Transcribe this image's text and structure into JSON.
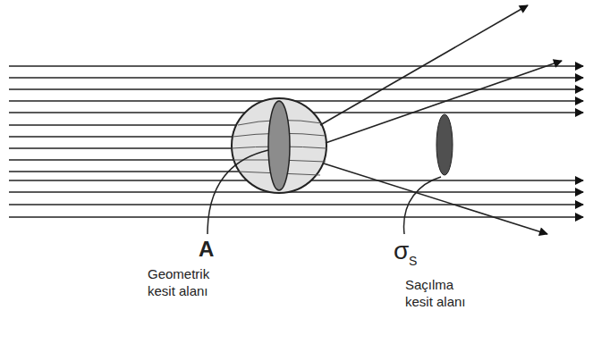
{
  "diagram": {
    "labels": [
      "A",
      "Geometrik kesit alanı",
      "σ",
      "S",
      "Saçılma kesit alanı"
    ]
  }
}
